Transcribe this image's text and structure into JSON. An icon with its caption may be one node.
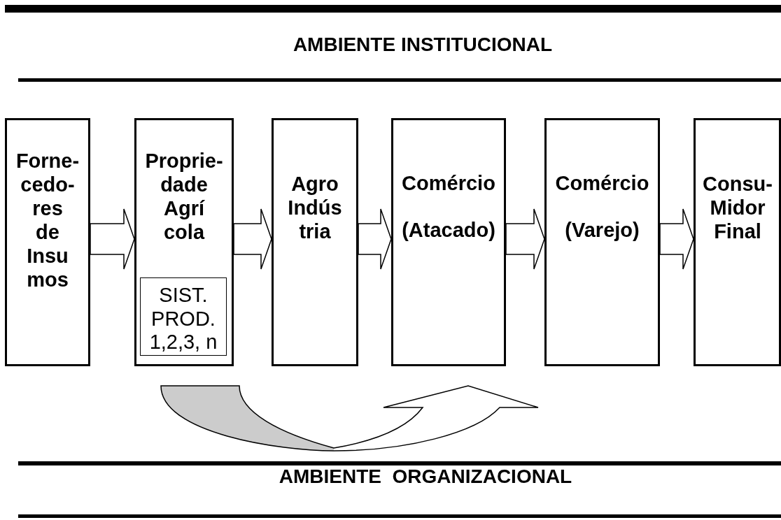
{
  "diagram": {
    "nodes": [
      {
        "text": [
          "Forne- cedo- res de Insu mos"
        ]
      },
      {
        "text": [
          "Proprie- dade Agrí cola"
        ]
      },
      {
        "text": [
          "SIST. PROD. 1,2,3, n"
        ],
        "in": 1
      },
      {
        "text": [
          "Agro Indús tria"
        ]
      },
      {
        "text": [
          "Comércio (Atacado)"
        ]
      },
      {
        "text": [
          "Comércio (Varejo)"
        ]
      },
      {
        "text": [
          "Consu- Midor Final"
        ]
      }
    ],
    "edges": [
      {
        "from": 0,
        "to": 1,
        "arrow": "to"
      },
      {
        "from": 1,
        "to": 3,
        "arrow": "to"
      },
      {
        "from": 3,
        "to": 4,
        "arrow": "to"
      },
      {
        "from": 4,
        "to": 5,
        "arrow": "to"
      },
      {
        "from": 5,
        "to": 6,
        "arrow": "to"
      },
      {
        "from": 1,
        "to": 4,
        "arrow": "to"
      }
    ],
    "labels": [
      "AMBIENTE INSTITUCIONAL",
      "AMBIENTE  ORGANIZACIONAL"
    ]
  }
}
